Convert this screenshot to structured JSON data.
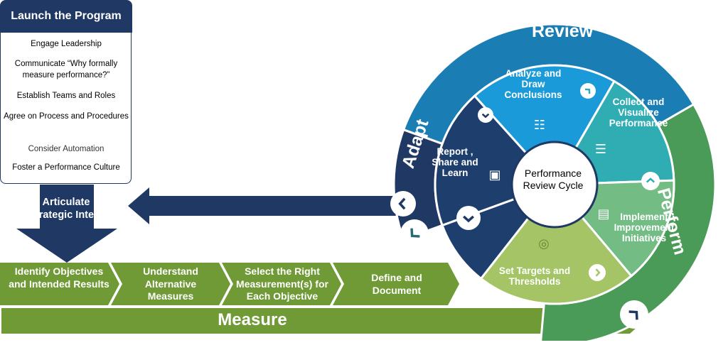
{
  "launch": {
    "title": "Launch the Program",
    "items": [
      "Engage Leadership",
      "Communicate “Why formally measure performance?”",
      "Establish Teams and Roles",
      "Agree on Process and Procedures",
      "Consider Automation",
      "Foster a Performance Culture"
    ]
  },
  "articulate": "Articulate Strategic Intent",
  "steps": [
    "Identify Objectives and Intended Results",
    "Understand Alternative Measures",
    "Select the Right Measurement(s) for Each Objective",
    "Define and Document"
  ],
  "measure": "Measure",
  "cycle": {
    "center": "Performance Review Cycle",
    "rings": {
      "review": "Review",
      "perform": "Perform",
      "adapt": "Adapt"
    },
    "segments": {
      "analyze": "Analyze and Draw Conclusions",
      "collect": "Collect and Visualize Performance",
      "implement": "Implement Improvement Initiatives",
      "targets": "Set Targets and Thresholds",
      "report": "Report , Share and Learn"
    }
  },
  "colors": {
    "navy": "#1f3864",
    "review_blue": "#1a7eb5",
    "perform_green": "#4a9a58",
    "measure_green": "#6f9a35",
    "analyze_blue": "#1a9ad8",
    "collect_teal": "#2fadb2",
    "implement_green": "#73bc84",
    "targets_lime": "#a4c466",
    "report_navy": "#1e3f6e"
  }
}
